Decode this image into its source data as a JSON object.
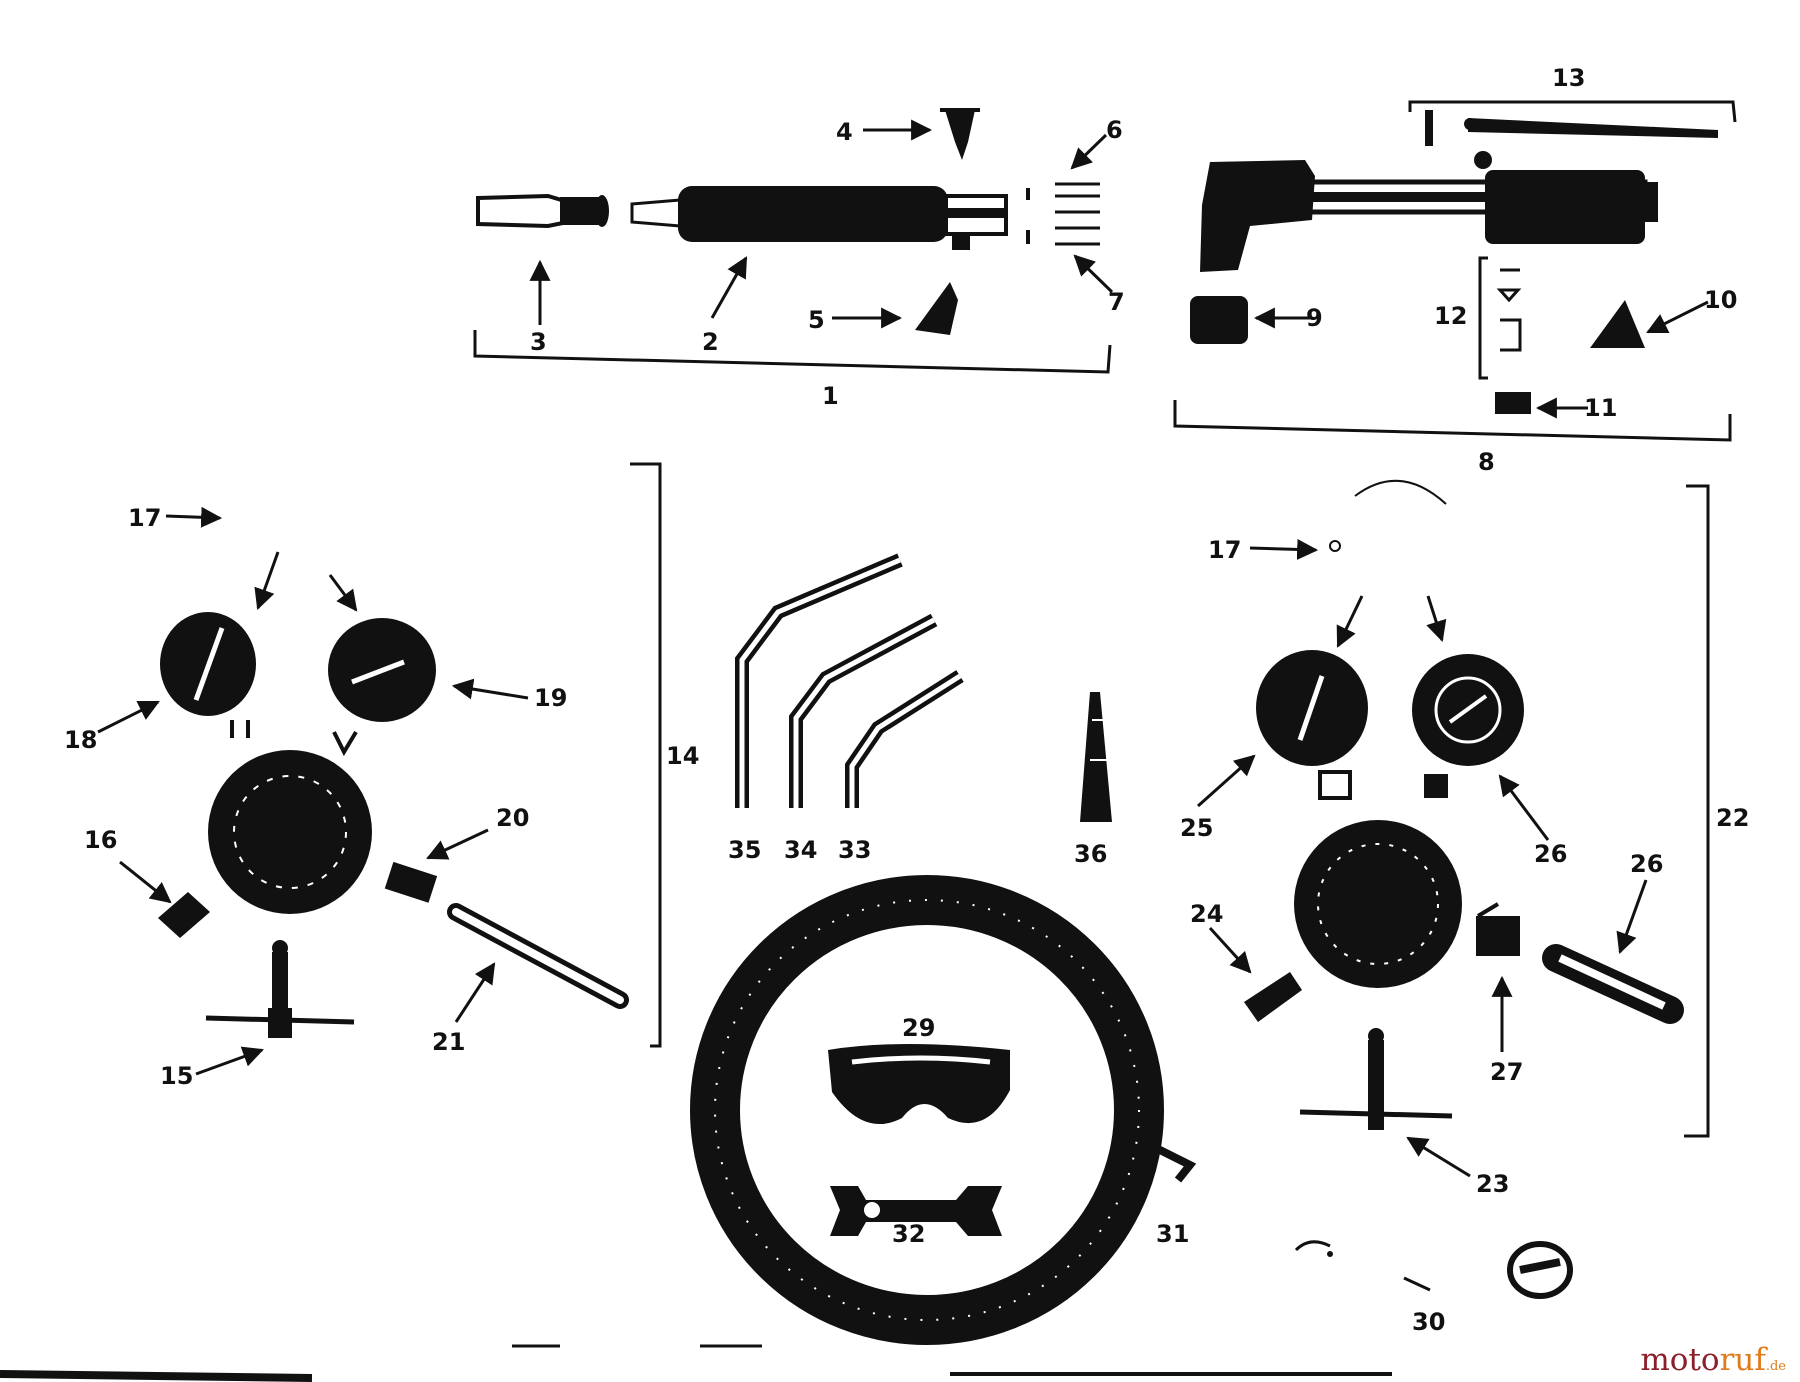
{
  "labels": {
    "l1": "1",
    "l2": "2",
    "l3": "3",
    "l4": "4",
    "l5": "5",
    "l6": "6",
    "l7": "7",
    "l8": "8",
    "l9": "9",
    "l10": "10",
    "l11": "11",
    "l12": "12",
    "l13": "13",
    "l14": "14",
    "l15": "15",
    "l16": "16",
    "l17a": "17",
    "l17b": "17",
    "l18": "18",
    "l19": "19",
    "l20": "20",
    "l21": "21",
    "l22": "22",
    "l23": "23",
    "l24": "24",
    "l25": "25",
    "l26a": "26",
    "l26b": "26",
    "l27": "27",
    "l29": "29",
    "l30": "30",
    "l31": "31",
    "l32": "32",
    "l33": "33",
    "l34": "34",
    "l35": "35",
    "l36": "36"
  },
  "watermark": {
    "part1": "moto",
    "part2": "ruf",
    "part3": ".de"
  },
  "colors": {
    "ink": "#111111",
    "brand_dark": "#8b1f2a",
    "brand_light": "#e07b1a"
  }
}
